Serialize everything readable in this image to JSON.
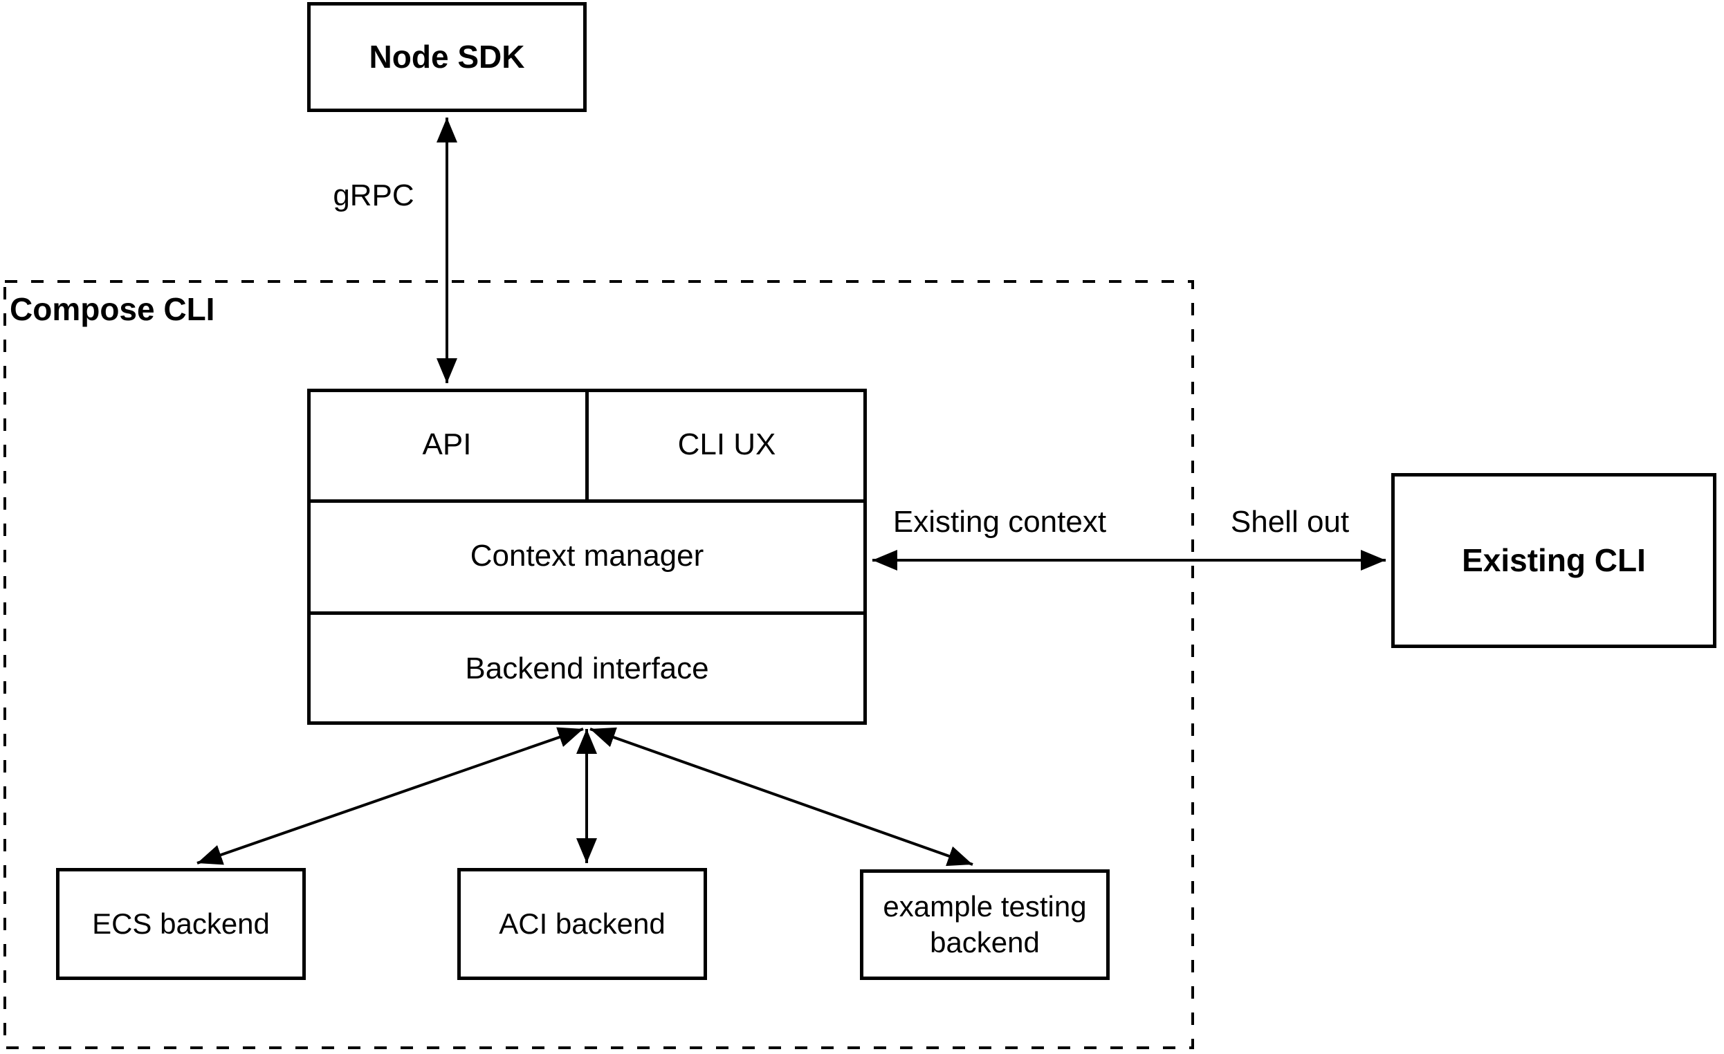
{
  "colors": {
    "background": "#ffffff",
    "line": "#000000",
    "text": "#000000"
  },
  "container": {
    "label": "Compose CLI"
  },
  "nodes": {
    "node_sdk": {
      "label": "Node SDK"
    },
    "api": {
      "label": "API"
    },
    "cli_ux": {
      "label": "CLI UX"
    },
    "context_manager": {
      "label": "Context manager"
    },
    "backend_interface": {
      "label": "Backend interface"
    },
    "ecs_backend": {
      "label": "ECS backend"
    },
    "aci_backend": {
      "label": "ACI backend"
    },
    "example_testing_backend": {
      "label": "example testing backend"
    },
    "existing_cli": {
      "label": "Existing CLI"
    }
  },
  "edges": {
    "grpc": {
      "label": "gRPC"
    },
    "existing_context": {
      "label": "Existing context"
    },
    "shell_out": {
      "label": "Shell out"
    }
  }
}
